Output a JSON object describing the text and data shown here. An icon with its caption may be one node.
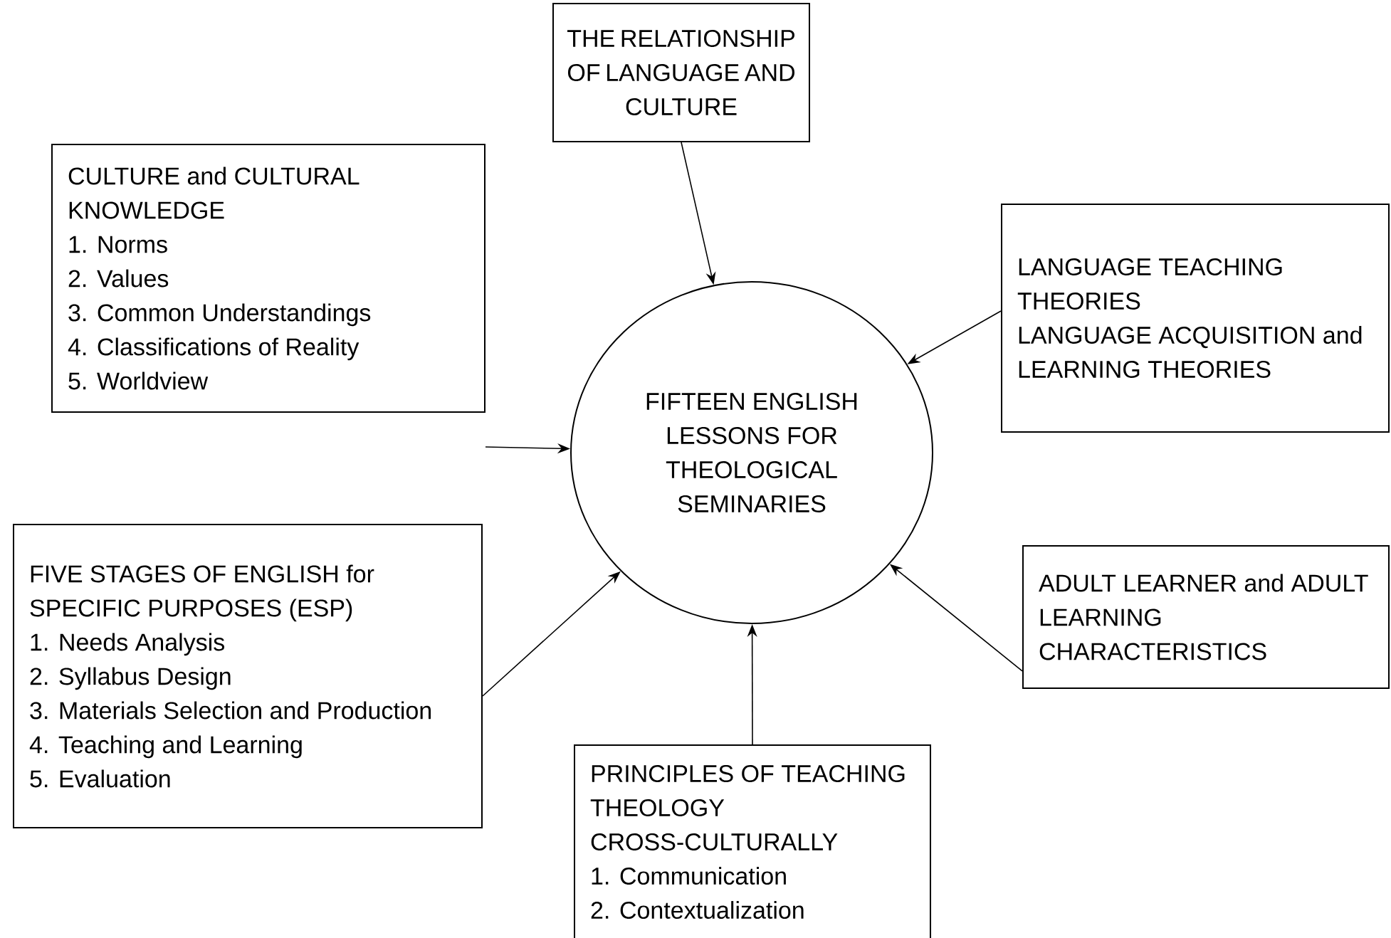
{
  "diagram": {
    "nodes": [
      {
        "text": [
          "FIFTEEN ENGLISH LESSONS FOR THEOLOGICAL SEMINARIES"
        ]
      },
      {
        "text": [
          "THE RELATIONSHIP OF LANGUAGE AND CULTURE"
        ]
      },
      {
        "text": [
          "CULTURE and CULTURAL KNOWLEDGE",
          "1. Norms",
          "2. Values",
          "3. Common Understandings",
          "4. Classifications of Reality",
          "5. Worldview"
        ]
      },
      {
        "text": [
          "LANGUAGE TEACHING THEORIES",
          "LANGUAGE ACQUISITION and LEARNING THEORIES"
        ]
      },
      {
        "text": [
          "FIVE STAGES OF ENGLISH for SPECIFIC PURPOSES (ESP)",
          "1. Needs Analysis",
          "2. Syllabus Design",
          "3. Materials Selection and Production",
          "4. Teaching and Learning",
          "5. Evaluation"
        ]
      },
      {
        "text": [
          "ADULT LEARNER and ADULT LEARNING CHARACTERISTICS"
        ]
      },
      {
        "text": [
          "PRINCIPLES OF TEACHING THEOLOGY CROSS-CULTURALLY",
          "1. Communication",
          "2. Contextualization"
        ]
      }
    ],
    "edges": [
      {
        "from": 1,
        "to": 0,
        "arrow": "to"
      },
      {
        "from": 2,
        "to": 0,
        "arrow": "to"
      },
      {
        "from": 3,
        "to": 0,
        "arrow": "to"
      },
      {
        "from": 4,
        "to": 0,
        "arrow": "to"
      },
      {
        "from": 5,
        "to": 0,
        "arrow": "to"
      },
      {
        "from": 6,
        "to": 0,
        "arrow": "to"
      }
    ]
  }
}
